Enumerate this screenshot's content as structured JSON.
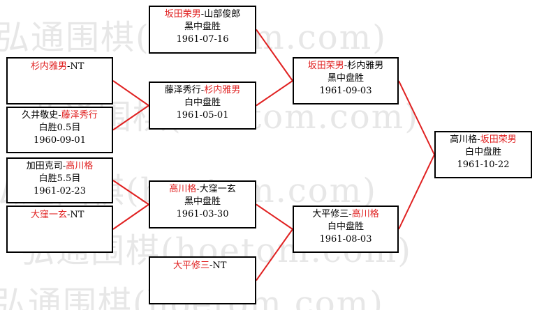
{
  "watermark": "弘通围棋(hoetom.com)",
  "bracket": {
    "round1": [
      {
        "id": "r1-sugiuchi",
        "p1": "杉内雅男",
        "sep": "-",
        "p2": "NT",
        "winner": "p1"
      },
      {
        "id": "r1-hisai-fujisawa",
        "p1": "久井敬史",
        "sep": "-",
        "p2": "藤泽秀行",
        "winner": "p2",
        "result": "白胜0.5目",
        "date": "1960-09-01"
      },
      {
        "id": "r1-kato-takagawa",
        "p1": "加田克司",
        "sep": "-",
        "p2": "高川格",
        "winner": "p2",
        "result": "白胜5.5目",
        "date": "1961-02-23"
      },
      {
        "id": "r1-okubo",
        "p1": "大窪一玄",
        "sep": "-",
        "p2": "NT",
        "winner": "p1"
      }
    ],
    "round2": [
      {
        "id": "r2-sakata-yamabe",
        "p1": "坂田荣男",
        "sep": "-",
        "p2": "山部俊郎",
        "winner": "p1",
        "result": "黑中盘胜",
        "date": "1961-07-16"
      },
      {
        "id": "r2-fujisawa-sugiuchi",
        "p1": "藤泽秀行",
        "sep": "-",
        "p2": "杉内雅男",
        "winner": "p2",
        "result": "白中盘胜",
        "date": "1961-05-01"
      },
      {
        "id": "r2-takagawa-okubo",
        "p1": "高川格",
        "sep": "-",
        "p2": "大窪一玄",
        "winner": "p1",
        "result": "黑中盘胜",
        "date": "1961-03-30"
      },
      {
        "id": "r2-ohira",
        "p1": "大平修三",
        "sep": "-",
        "p2": "NT",
        "winner": "p1"
      }
    ],
    "semifinal": [
      {
        "id": "sf-sakata-sugiuchi",
        "p1": "坂田荣男",
        "sep": "-",
        "p2": "杉内雅男",
        "winner": "p1",
        "result": "黑中盘胜",
        "date": "1961-09-03"
      },
      {
        "id": "sf-ohira-takagawa",
        "p1": "大平修三",
        "sep": "-",
        "p2": "高川格",
        "winner": "p2",
        "result": "白中盘胜",
        "date": "1961-08-03"
      }
    ],
    "final": [
      {
        "id": "final-takagawa-sakata",
        "p1": "高川格",
        "sep": "-",
        "p2": "坂田荣男",
        "winner": "p2",
        "result": "白中盘胜",
        "date": "1961-10-22"
      }
    ]
  },
  "colors": {
    "winner": "#e02020",
    "text": "#000000",
    "connector": "#e02020",
    "border": "#000000",
    "watermark": "#e7e7e7"
  }
}
